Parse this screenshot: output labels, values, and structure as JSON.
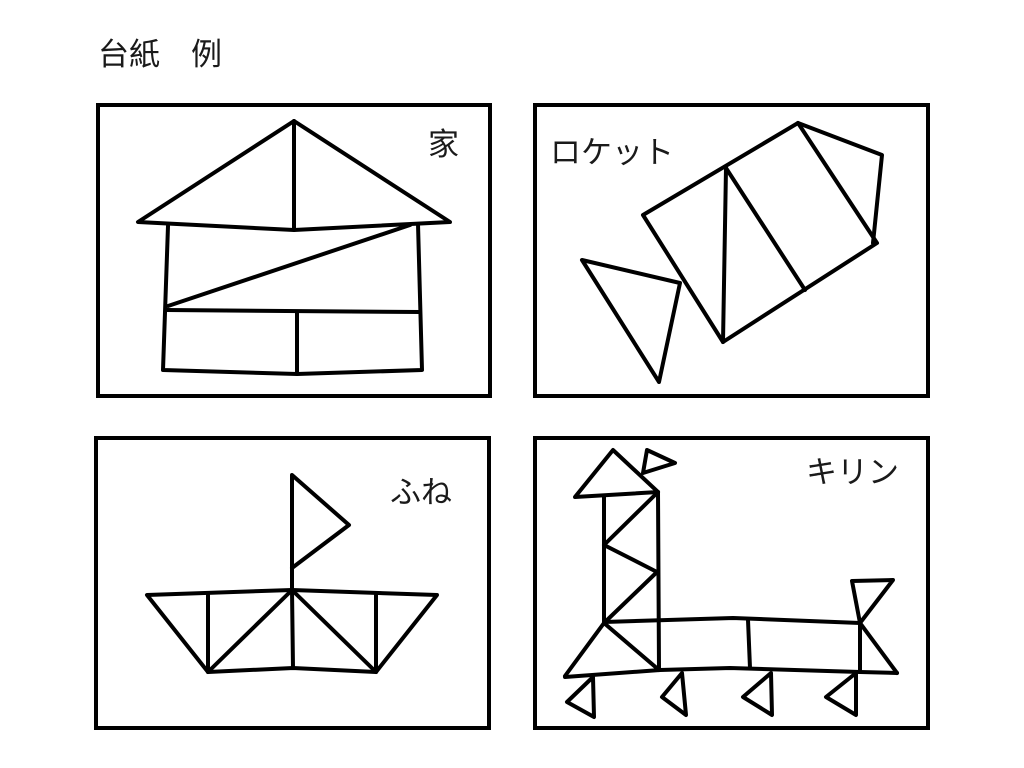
{
  "title": "台紙　例",
  "panels": [
    {
      "label": "家"
    },
    {
      "label": "ロケット"
    },
    {
      "label": "ふね"
    },
    {
      "label": "キリン"
    }
  ]
}
